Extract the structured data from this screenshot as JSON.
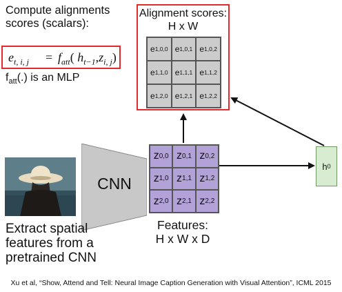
{
  "compute_text": "Compute alignments scores (scalars):",
  "equation": {
    "lhs_base": "e",
    "lhs_sub": "t, i, j",
    "equals": "=",
    "f": "f",
    "f_sub": "att",
    "args_open": "(",
    "h": "h",
    "h_sub": "t−1",
    "comma": ",",
    "z": "z",
    "z_sub": "i, j",
    "args_close": ")"
  },
  "fatt_note": {
    "base": "f",
    "sub": "att",
    "rest": "(.) is an MLP"
  },
  "alignment": {
    "title": "Alignment scores:",
    "dims": "H x W",
    "base": "e",
    "cells": [
      "1,0,0",
      "1,0,1",
      "1,0,2",
      "1,1,0",
      "1,1,1",
      "1,1,2",
      "1,2,0",
      "1,2,1",
      "1,2,2"
    ]
  },
  "cnn_label": "CNN",
  "features": {
    "base": "z",
    "cells": [
      "0,0",
      "0,1",
      "0,2",
      "1,0",
      "1,1",
      "1,2",
      "2,0",
      "2,1",
      "2,2"
    ],
    "title": "Features:",
    "dims": "H x W x D"
  },
  "hidden_state": {
    "base": "h",
    "sub": "0"
  },
  "extract_text": "Extract spatial features from a pretrained CNN",
  "citation": "Xu et al, “Show, Attend and Tell: Neural Image Caption Generation with Visual Attention”, ICML 2015",
  "colors": {
    "highlight_border": "#e32a2a",
    "alignment_cell": "#cccccc",
    "feature_cell": "#b3a2d8",
    "hidden_state_fill": "#d8ecd2",
    "cnn_fill": "#c8c8c8"
  }
}
